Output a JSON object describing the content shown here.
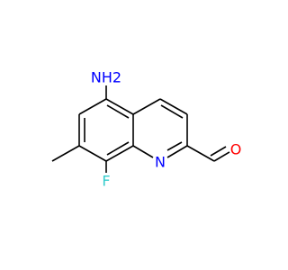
{
  "molecule": {
    "atoms": {
      "amine": "NH2",
      "ring_nitrogen": "N",
      "fluorine": "F",
      "aldehyde_oxygen": "O"
    },
    "colors": {
      "bond": "#000000",
      "nitrogen": "#0000ff",
      "oxygen": "#ff0000",
      "fluorine": "#33cccc"
    }
  }
}
